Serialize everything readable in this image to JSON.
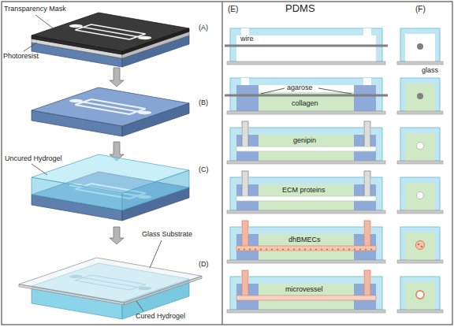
{
  "diagram": {
    "labels": [
      "Transparency Mask",
      "(A)",
      "Photoresist",
      "(B)",
      "Uncured Hydrogel",
      "(C)",
      "Glass Substrate",
      "(D)",
      "Cured Hydrogel",
      "(E)",
      "PDMS",
      "(F)",
      "wire",
      "glass",
      "agarose",
      "collagen",
      "genipin",
      "ECM proteins",
      "dhBMECs",
      "microvessel"
    ]
  }
}
